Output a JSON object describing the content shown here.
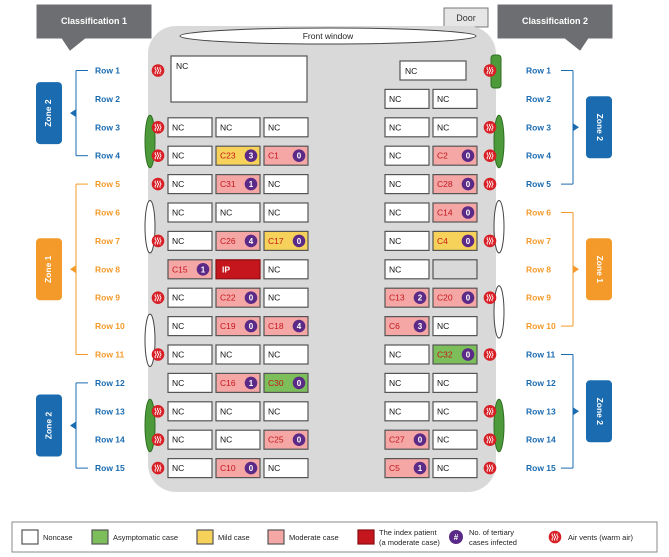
{
  "classification_left": "Classification 1",
  "classification_right": "Classification 2",
  "door_label": "Door",
  "front_window_label": "Front window",
  "rows": [
    "Row 1",
    "Row 2",
    "Row 3",
    "Row 4",
    "Row 5",
    "Row 6",
    "Row 7",
    "Row 8",
    "Row 9",
    "Row 10",
    "Row 11",
    "Row 12",
    "Row 13",
    "Row 14",
    "Row 15"
  ],
  "zones_left": [
    {
      "label": "Zone 2",
      "rows": [
        1,
        4
      ],
      "kind": "blue"
    },
    {
      "label": "Zone 1",
      "rows": [
        5,
        11
      ],
      "kind": "orange"
    },
    {
      "label": "Zone 2",
      "rows": [
        12,
        15
      ],
      "kind": "blue"
    }
  ],
  "zones_right": [
    {
      "label": "Zone 2",
      "rows": [
        1,
        5
      ],
      "kind": "blue"
    },
    {
      "label": "Zone 1",
      "rows": [
        6,
        10
      ],
      "kind": "orange"
    },
    {
      "label": "Zone 2",
      "rows": [
        11,
        15
      ],
      "kind": "blue"
    }
  ],
  "colors": {
    "blue": "#1a6bb0",
    "orange": "#f39a2a",
    "purple": "#5b2a86",
    "vent_red": "#d81f26",
    "noncase": "#ffffff",
    "asymptomatic": "#7cbf5a",
    "mild": "#f7d25a",
    "moderate": "#f4a7a5",
    "index": "#c4161c",
    "cabin": "#d9d9d9",
    "seat_frame": "#555555",
    "door_green": "#4c9a3a"
  },
  "row1_left": {
    "label": "NC"
  },
  "row1_right": {
    "label": "NC"
  },
  "seats_left": [
    [],
    [],
    [
      {
        "t": "nc",
        "l": "NC"
      },
      {
        "t": "nc",
        "l": "NC"
      },
      {
        "t": "nc",
        "l": "NC"
      }
    ],
    [
      {
        "t": "nc",
        "l": "NC"
      },
      {
        "t": "mild",
        "l": "C23",
        "n": "3"
      },
      {
        "t": "mod",
        "l": "C1",
        "n": "0"
      }
    ],
    [
      {
        "t": "nc",
        "l": "NC"
      },
      {
        "t": "mod",
        "l": "C31",
        "n": "1"
      },
      {
        "t": "nc",
        "l": "NC"
      }
    ],
    [
      {
        "t": "nc",
        "l": "NC"
      },
      {
        "t": "nc",
        "l": "NC"
      },
      {
        "t": "nc",
        "l": "NC"
      }
    ],
    [
      {
        "t": "nc",
        "l": "NC"
      },
      {
        "t": "mod",
        "l": "C26",
        "n": "4"
      },
      {
        "t": "mild",
        "l": "C17",
        "n": "0"
      }
    ],
    [
      {
        "t": "mod",
        "l": "C15",
        "n": "1"
      },
      {
        "t": "idx",
        "l": "IP"
      },
      {
        "t": "nc",
        "l": "NC"
      }
    ],
    [
      {
        "t": "nc",
        "l": "NC"
      },
      {
        "t": "mod",
        "l": "C22",
        "n": "0"
      },
      {
        "t": "nc",
        "l": "NC"
      }
    ],
    [
      {
        "t": "nc",
        "l": "NC"
      },
      {
        "t": "mod",
        "l": "C19",
        "n": "0"
      },
      {
        "t": "mod",
        "l": "C18",
        "n": "4"
      }
    ],
    [
      {
        "t": "nc",
        "l": "NC"
      },
      {
        "t": "nc",
        "l": "NC"
      },
      {
        "t": "nc",
        "l": "NC"
      }
    ],
    [
      {
        "t": "nc",
        "l": "NC"
      },
      {
        "t": "mod",
        "l": "C16",
        "n": "1"
      },
      {
        "t": "asym",
        "l": "C30",
        "n": "0"
      }
    ],
    [
      {
        "t": "nc",
        "l": "NC"
      },
      {
        "t": "nc",
        "l": "NC"
      },
      {
        "t": "nc",
        "l": "NC"
      }
    ],
    [
      {
        "t": "nc",
        "l": "NC"
      },
      {
        "t": "nc",
        "l": "NC"
      },
      {
        "t": "mod",
        "l": "C25",
        "n": "0"
      }
    ],
    [
      {
        "t": "nc",
        "l": "NC"
      },
      {
        "t": "mod",
        "l": "C10",
        "n": "0"
      },
      {
        "t": "nc",
        "l": "NC"
      }
    ]
  ],
  "seats_right": [
    [],
    [
      {
        "t": "nc",
        "l": "NC"
      },
      {
        "t": "nc",
        "l": "NC"
      }
    ],
    [
      {
        "t": "nc",
        "l": "NC"
      },
      {
        "t": "nc",
        "l": "NC"
      }
    ],
    [
      {
        "t": "nc",
        "l": "NC"
      },
      {
        "t": "mod",
        "l": "C2",
        "n": "0"
      }
    ],
    [
      {
        "t": "nc",
        "l": "NC"
      },
      {
        "t": "mod",
        "l": "C28",
        "n": "0"
      }
    ],
    [
      {
        "t": "nc",
        "l": "NC"
      },
      {
        "t": "mod",
        "l": "C14",
        "n": "0"
      }
    ],
    [
      {
        "t": "nc",
        "l": "NC"
      },
      {
        "t": "mild",
        "l": "C4",
        "n": "0"
      }
    ],
    [
      {
        "t": "nc",
        "l": "NC"
      },
      {
        "t": "empty",
        "l": ""
      }
    ],
    [
      {
        "t": "mod",
        "l": "C13",
        "n": "2"
      },
      {
        "t": "mod",
        "l": "C20",
        "n": "0"
      }
    ],
    [
      {
        "t": "mod",
        "l": "C6",
        "n": "3"
      },
      {
        "t": "nc",
        "l": "NC"
      }
    ],
    [
      {
        "t": "nc",
        "l": "NC"
      },
      {
        "t": "asym",
        "l": "C32",
        "n": "0"
      }
    ],
    [
      {
        "t": "nc",
        "l": "NC"
      },
      {
        "t": "nc",
        "l": "NC"
      }
    ],
    [
      {
        "t": "nc",
        "l": "NC"
      },
      {
        "t": "nc",
        "l": "NC"
      }
    ],
    [
      {
        "t": "mod",
        "l": "C27",
        "n": "0"
      },
      {
        "t": "nc",
        "l": "NC"
      }
    ],
    [
      {
        "t": "mod",
        "l": "C5",
        "n": "1"
      },
      {
        "t": "nc",
        "l": "NC"
      }
    ]
  ],
  "vents_left_rows": [
    1,
    3,
    4,
    5,
    7,
    9,
    11,
    13,
    14,
    15
  ],
  "vents_right_rows": [
    1,
    3,
    4,
    5,
    7,
    9,
    11,
    13,
    14,
    15
  ],
  "windows_left": [
    {
      "rows": [
        3,
        4
      ],
      "kind": "green"
    },
    {
      "rows": [
        6,
        7
      ],
      "kind": "white"
    },
    {
      "rows": [
        10,
        11
      ],
      "kind": "white"
    },
    {
      "rows": [
        13,
        14
      ],
      "kind": "green"
    }
  ],
  "windows_right": [
    {
      "rows": [
        3,
        4
      ],
      "kind": "green"
    },
    {
      "rows": [
        6,
        7
      ],
      "kind": "white"
    },
    {
      "rows": [
        9,
        10
      ],
      "kind": "white"
    },
    {
      "rows": [
        13,
        14
      ],
      "kind": "green"
    }
  ],
  "legend": [
    {
      "kind": "nc",
      "label": "Noncase"
    },
    {
      "kind": "asym",
      "label": "Asymptomatic case"
    },
    {
      "kind": "mild",
      "label": "Mild case"
    },
    {
      "kind": "mod",
      "label": "Moderate case"
    },
    {
      "kind": "idx",
      "label": "The index patient\n(a moderate case)"
    },
    {
      "kind": "num",
      "label": "No. of tertiary\ncases infected",
      "symbol": "#"
    },
    {
      "kind": "vent",
      "label": "Air vents (warm air)"
    }
  ]
}
